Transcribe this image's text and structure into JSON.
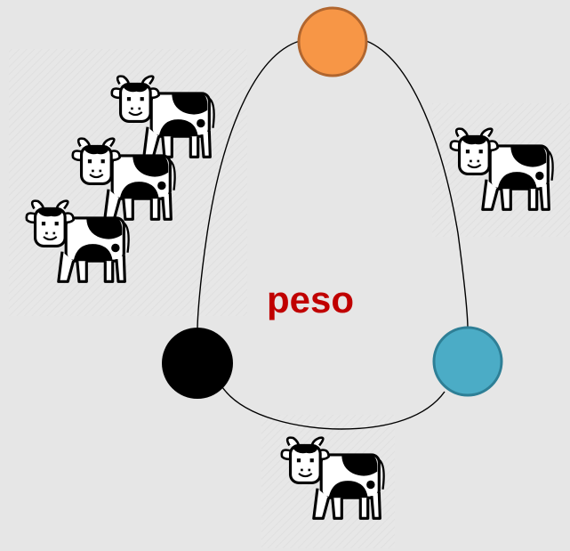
{
  "diagram": {
    "center_label": "peso",
    "colors": {
      "background": "#e6e6e6",
      "label": "#c00000",
      "edge": "#000000",
      "node_top": "#f79646",
      "node_top_border": "#b1662f",
      "node_left": "#000000",
      "node_right": "#4bacc6",
      "node_right_border": "#2e7f96",
      "cow_patch": "#000000",
      "cow_body": "#ffffff",
      "texture": "#d9d9d9"
    },
    "nodes": [
      {
        "id": "top",
        "fill_color": "node_top"
      },
      {
        "id": "left",
        "fill_color": "node_left"
      },
      {
        "id": "right",
        "fill_color": "node_right"
      }
    ],
    "groups": [
      {
        "id": "upper-left-herd",
        "cow_count": 3
      },
      {
        "id": "right-herd",
        "cow_count": 1
      },
      {
        "id": "bottom-herd",
        "cow_count": 1
      }
    ],
    "icon": "cow-icon"
  }
}
